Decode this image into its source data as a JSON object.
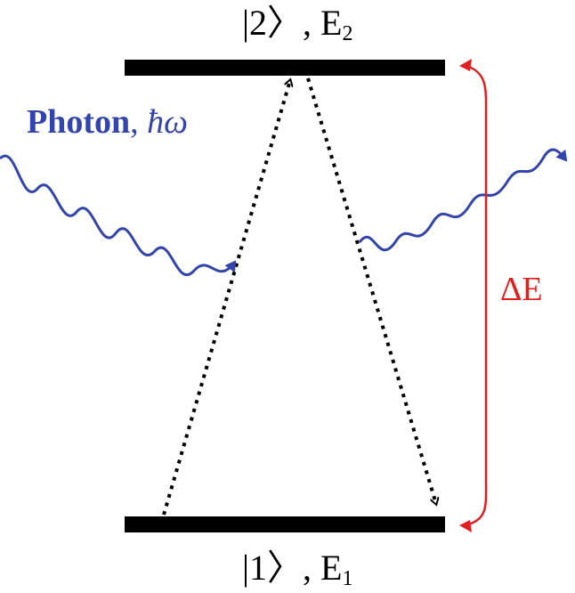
{
  "levels": {
    "upper": {
      "ket": "2",
      "energy": "E",
      "energy_sub": "2"
    },
    "lower": {
      "ket": "1",
      "energy": "E",
      "energy_sub": "1"
    }
  },
  "photon": {
    "word": "Photon",
    "separator": ", ",
    "symbol": "ħω"
  },
  "energy_gap": {
    "label": "ΔE"
  },
  "colors": {
    "level": "#000000",
    "photon": "#3344aa",
    "gap": "#e02020",
    "transition": "#000000"
  }
}
